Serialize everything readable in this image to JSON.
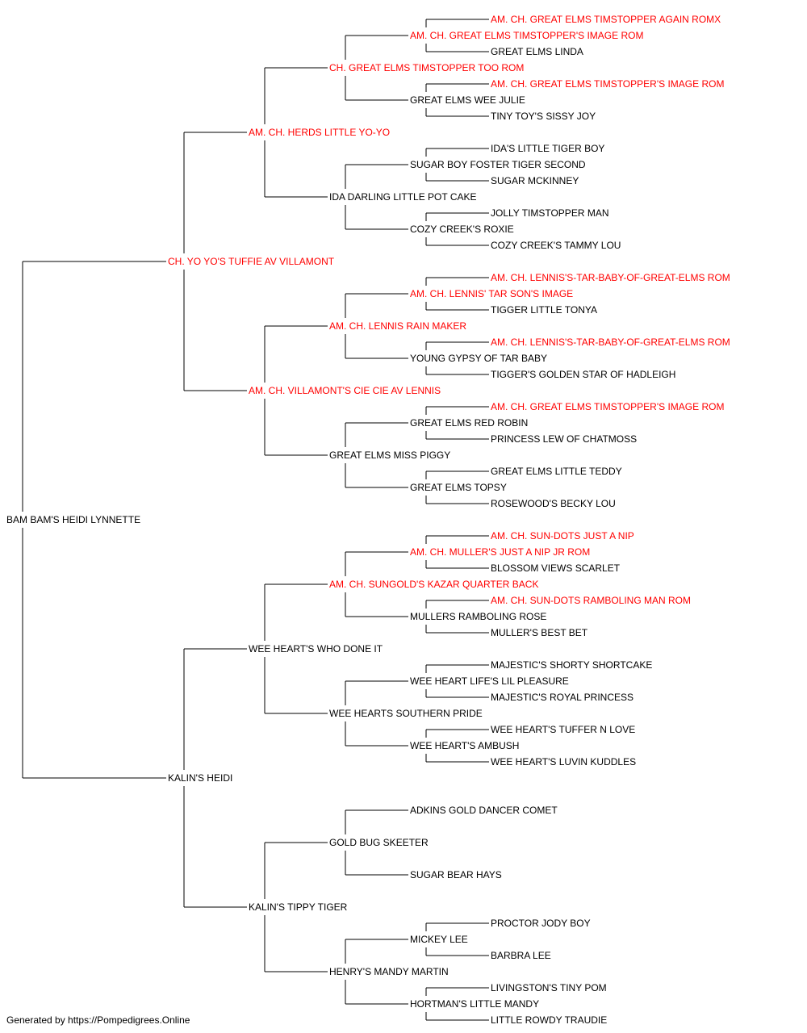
{
  "footer": "Generated by https://Pompedigrees.Online",
  "colors": {
    "text": "#000000",
    "champion": "#ff0000",
    "line": "#000000"
  },
  "pedigree": {
    "name": "BAM BAM'S HEIDI LYNNETTE",
    "champion": false,
    "sire": {
      "name": "CH. YO YO'S TUFFIE AV VILLAMONT",
      "champion": true,
      "sire": {
        "name": "AM. CH. HERDS LITTLE YO-YO",
        "champion": true,
        "sire": {
          "name": "CH. GREAT ELMS TIMSTOPPER TOO ROM",
          "champion": true,
          "sire": {
            "name": "AM. CH. GREAT ELMS TIMSTOPPER'S IMAGE ROM",
            "champion": true,
            "sire": {
              "name": "AM. CH. GREAT ELMS TIMSTOPPER AGAIN ROMX",
              "champion": true
            },
            "dam": {
              "name": "GREAT ELMS LINDA",
              "champion": false
            }
          },
          "dam": {
            "name": "GREAT ELMS WEE JULIE",
            "champion": false,
            "sire": {
              "name": "AM. CH. GREAT ELMS TIMSTOPPER'S IMAGE ROM",
              "champion": true
            },
            "dam": {
              "name": "TINY TOY'S SISSY JOY",
              "champion": false
            }
          }
        },
        "dam": {
          "name": "IDA DARLING LITTLE POT CAKE",
          "champion": false,
          "sire": {
            "name": "SUGAR BOY FOSTER TIGER SECOND",
            "champion": false,
            "sire": {
              "name": "IDA'S LITTLE TIGER BOY",
              "champion": false
            },
            "dam": {
              "name": "SUGAR MCKINNEY",
              "champion": false
            }
          },
          "dam": {
            "name": "COZY CREEK'S ROXIE",
            "champion": false,
            "sire": {
              "name": "JOLLY TIMSTOPPER MAN",
              "champion": false
            },
            "dam": {
              "name": "COZY CREEK'S TAMMY LOU",
              "champion": false
            }
          }
        }
      },
      "dam": {
        "name": "AM. CH. VILLAMONT'S CIE CIE AV LENNIS",
        "champion": true,
        "sire": {
          "name": "AM. CH. LENNIS RAIN MAKER",
          "champion": true,
          "sire": {
            "name": "AM. CH. LENNIS' TAR SON'S IMAGE",
            "champion": true,
            "sire": {
              "name": "AM. CH. LENNIS'S-TAR-BABY-OF-GREAT-ELMS ROM",
              "champion": true
            },
            "dam": {
              "name": "TIGGER LITTLE TONYA",
              "champion": false
            }
          },
          "dam": {
            "name": "YOUNG GYPSY OF TAR BABY",
            "champion": false,
            "sire": {
              "name": "AM. CH. LENNIS'S-TAR-BABY-OF-GREAT-ELMS ROM",
              "champion": true
            },
            "dam": {
              "name": "TIGGER'S GOLDEN STAR OF HADLEIGH",
              "champion": false
            }
          }
        },
        "dam": {
          "name": "GREAT ELMS MISS PIGGY",
          "champion": false,
          "sire": {
            "name": "GREAT ELMS RED ROBIN",
            "champion": false,
            "sire": {
              "name": "AM. CH. GREAT ELMS TIMSTOPPER'S IMAGE ROM",
              "champion": true
            },
            "dam": {
              "name": "PRINCESS LEW OF CHATMOSS",
              "champion": false
            }
          },
          "dam": {
            "name": "GREAT ELMS TOPSY",
            "champion": false,
            "sire": {
              "name": "GREAT ELMS LITTLE TEDDY",
              "champion": false
            },
            "dam": {
              "name": "ROSEWOOD'S BECKY LOU",
              "champion": false
            }
          }
        }
      }
    },
    "dam": {
      "name": "KALIN'S HEIDI",
      "champion": false,
      "sire": {
        "name": "WEE HEART'S WHO DONE IT",
        "champion": false,
        "sire": {
          "name": "AM. CH. SUNGOLD'S KAZAR QUARTER BACK",
          "champion": true,
          "sire": {
            "name": "AM. CH. MULLER'S JUST A NIP JR ROM",
            "champion": true,
            "sire": {
              "name": "AM. CH. SUN-DOTS JUST A NIP",
              "champion": true
            },
            "dam": {
              "name": "BLOSSOM VIEWS SCARLET",
              "champion": false
            }
          },
          "dam": {
            "name": "MULLERS RAMBOLING ROSE",
            "champion": false,
            "sire": {
              "name": "AM. CH. SUN-DOTS RAMBOLING MAN ROM",
              "champion": true
            },
            "dam": {
              "name": "MULLER'S BEST BET",
              "champion": false
            }
          }
        },
        "dam": {
          "name": "WEE HEARTS SOUTHERN PRIDE",
          "champion": false,
          "sire": {
            "name": "WEE HEART LIFE'S LIL PLEASURE",
            "champion": false,
            "sire": {
              "name": "MAJESTIC'S SHORTY SHORTCAKE",
              "champion": false
            },
            "dam": {
              "name": "MAJESTIC'S ROYAL PRINCESS",
              "champion": false
            }
          },
          "dam": {
            "name": "WEE HEART'S AMBUSH",
            "champion": false,
            "sire": {
              "name": "WEE HEART'S TUFFER N LOVE",
              "champion": false
            },
            "dam": {
              "name": "WEE HEART'S LUVIN KUDDLES",
              "champion": false
            }
          }
        }
      },
      "dam": {
        "name": "KALIN'S TIPPY TIGER",
        "champion": false,
        "sire": {
          "name": "GOLD BUG SKEETER",
          "champion": false,
          "sire": {
            "name": "ADKINS GOLD DANCER COMET",
            "champion": false
          },
          "dam": {
            "name": "SUGAR BEAR HAYS",
            "champion": false
          }
        },
        "dam": {
          "name": "HENRY'S MANDY MARTIN",
          "champion": false,
          "sire": {
            "name": "MICKEY LEE",
            "champion": false,
            "sire": {
              "name": "PROCTOR JODY BOY",
              "champion": false
            },
            "dam": {
              "name": "BARBRA LEE",
              "champion": false
            }
          },
          "dam": {
            "name": "HORTMAN'S LITTLE MANDY",
            "champion": false,
            "sire": {
              "name": "LIVINGSTON'S TINY POM",
              "champion": false
            },
            "dam": {
              "name": "LITTLE ROWDY TRAUDIE",
              "champion": false
            }
          }
        }
      }
    }
  }
}
